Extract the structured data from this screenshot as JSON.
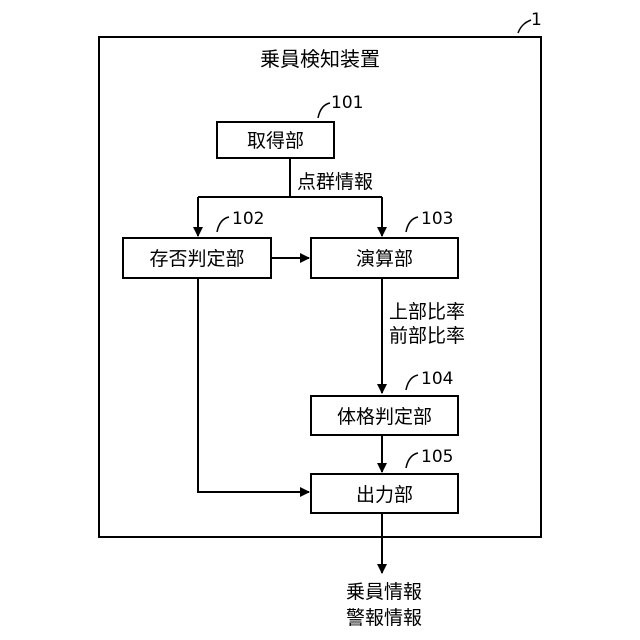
{
  "device": {
    "title": "乗員検知装置",
    "ref": "1"
  },
  "blocks": {
    "acquisition": {
      "label": "取得部",
      "ref": "101"
    },
    "presence": {
      "label": "存否判定部",
      "ref": "102"
    },
    "calculation": {
      "label": "演算部",
      "ref": "103"
    },
    "physique": {
      "label": "体格判定部",
      "ref": "104"
    },
    "output": {
      "label": "出力部",
      "ref": "105"
    }
  },
  "signals": {
    "point_cloud": "点群情報",
    "upper_ratio": "上部比率",
    "front_ratio": "前部比率",
    "occupant_info": "乗員情報",
    "alarm_info": "警報情報"
  }
}
